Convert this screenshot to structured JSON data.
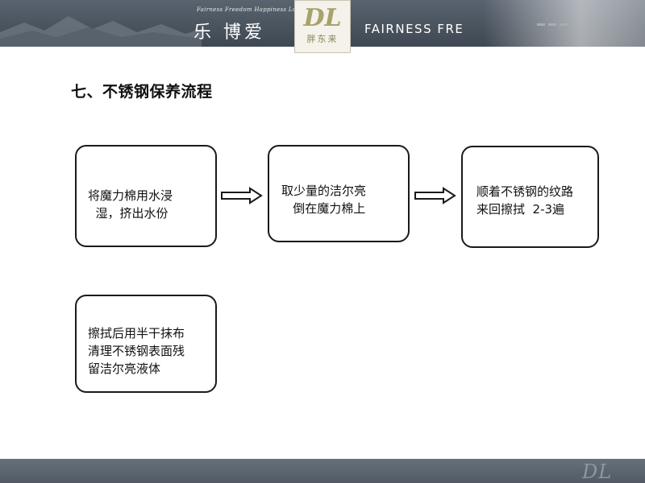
{
  "header": {
    "tagline": "Fairness Freedom Happiness Love",
    "slogan": "乐 博爱",
    "logo_mark": "DL",
    "logo_name": "胖东来",
    "right_text": "FAIRNESS FRE"
  },
  "title": "七、不锈钢保养流程",
  "steps": [
    {
      "text": "将魔力棉用水浸\n  湿，挤出水份"
    },
    {
      "text": "取少量的洁尔亮\n   倒在魔力棉上"
    },
    {
      "text": "顺着不锈钢的纹路\n来回擦拭  2-3遍"
    },
    {
      "text": "擦拭后用半干抹布\n清理不锈钢表面残\n留洁尔亮液体"
    }
  ],
  "footer": {
    "logo_mark": "DL"
  },
  "colors": {
    "header_bg": "#4a545f",
    "footer_bg": "#5a636d",
    "box_border": "#1a1a1a",
    "logo_gold": "#a8a26b"
  }
}
